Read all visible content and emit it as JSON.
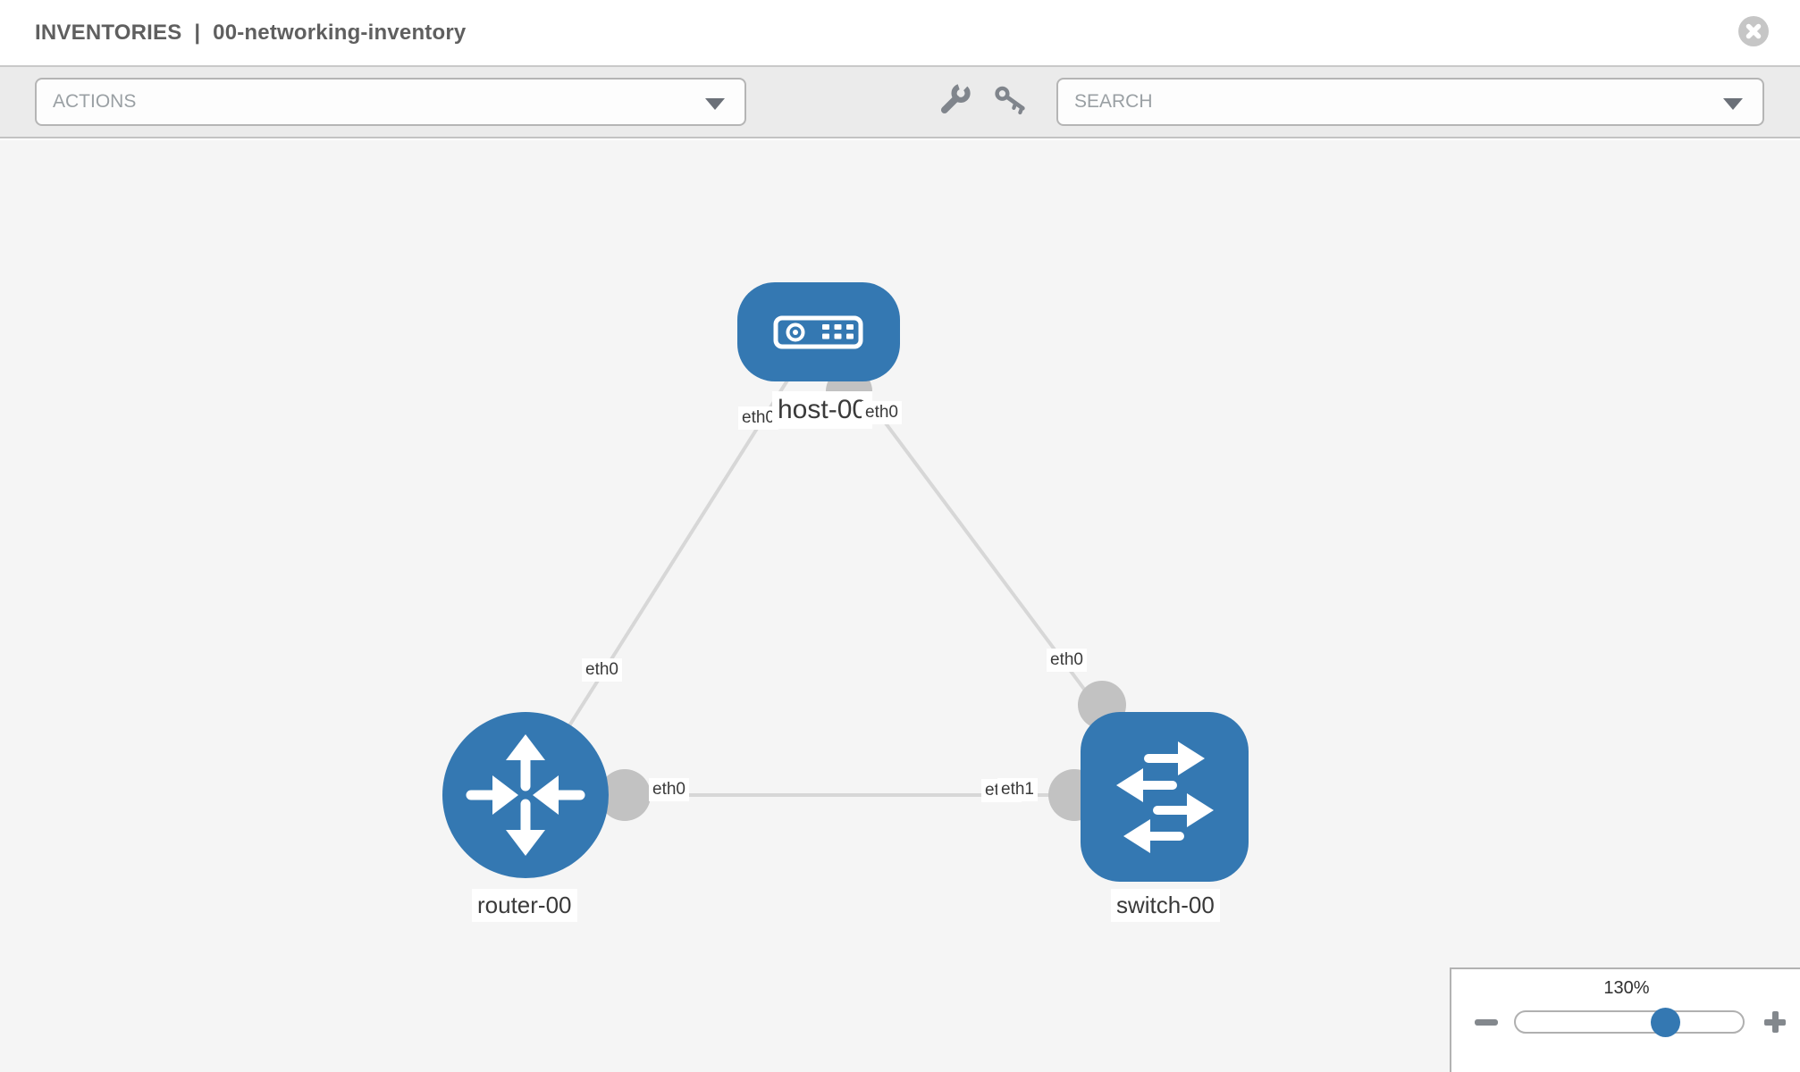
{
  "window": {
    "title_section": "INVENTORIES",
    "title_separator": "|",
    "title_item": "00-networking-inventory"
  },
  "toolbar": {
    "actions_label": "ACTIONS",
    "search_placeholder": "SEARCH"
  },
  "topology": {
    "nodes": [
      {
        "label": "host-00",
        "type": "host"
      },
      {
        "label": "router-00",
        "type": "router"
      },
      {
        "label": "switch-00",
        "type": "switch"
      }
    ],
    "links": [
      {
        "source": "host-00",
        "target": "router-00",
        "source_if": "eth0",
        "target_if": "eth0"
      },
      {
        "source": "host-00",
        "target": "switch-00",
        "source_if": "eth0",
        "target_if": "eth0"
      },
      {
        "source": "router-00",
        "target": "switch-00",
        "source_if": "eth0",
        "target_if": "eth1",
        "target_if_occluded": "eth0"
      }
    ]
  },
  "zoom_control": {
    "value": "130%"
  },
  "icons": {
    "close": "x-circle",
    "tools": "wrench",
    "credentials": "key",
    "dropdown": "caret-down",
    "zoom_out": "minus",
    "zoom_in": "plus",
    "host": "server",
    "router": "crossed-arrows",
    "switch": "exchange-arrows"
  },
  "colors": {
    "node_blue": "#3478b2",
    "link_gray": "#d7d7d7",
    "connector_gray": "#c2c2c2",
    "title_gray": "#5f5f5f"
  }
}
